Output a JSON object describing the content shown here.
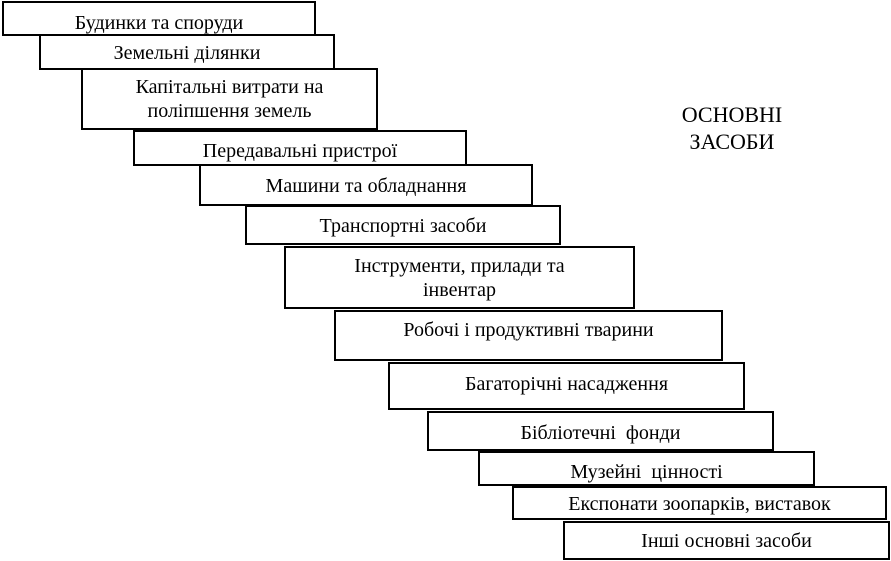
{
  "title": {
    "line1": "ОСНОВНІ",
    "line2": "ЗАСОБИ"
  },
  "steps": [
    {
      "label": "Будинки та споруди"
    },
    {
      "label": "Земельні ділянки"
    },
    {
      "label": "Капітальні витрати на поліпшення земель"
    },
    {
      "label": "Передавальні пристрої"
    },
    {
      "label": "Машини та обладнання"
    },
    {
      "label": "Транспортні засоби"
    },
    {
      "label": "Інструменти, прилади та інвентар"
    },
    {
      "label": "Робочі і продуктивні тварини"
    },
    {
      "label": "Багаторічні насадження"
    },
    {
      "label": "Бібліотечні  фонди"
    },
    {
      "label": "Музейні  цінності"
    },
    {
      "label": "Експонати зоопарків, виставок"
    },
    {
      "label": "Інші основні засоби"
    }
  ]
}
